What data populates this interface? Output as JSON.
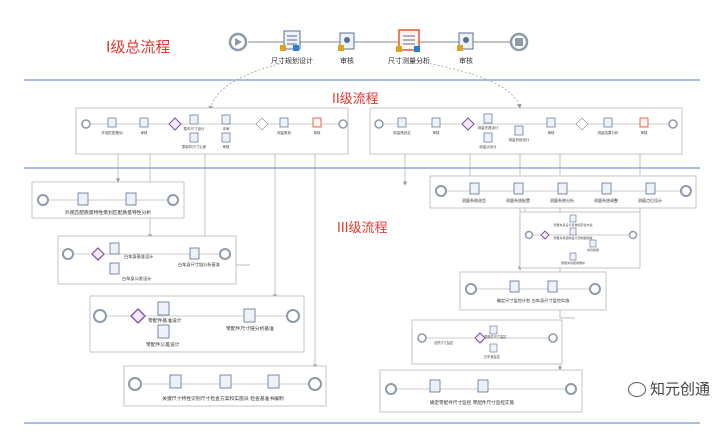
{
  "levels": {
    "l1": "I级总流程",
    "l2": "II级流程",
    "l3": "III级流程"
  },
  "top_flow": {
    "tasks": [
      "尺寸规划设计",
      "审核",
      "尺寸测量分析",
      "审核"
    ]
  },
  "level2": {
    "left": {
      "tasks": [
        "外观匹配策划",
        "审核",
        "整车尺寸设计",
        "评审",
        "零部件尺寸公差",
        "审核",
        "测量策划",
        "审核"
      ]
    },
    "right": {
      "tasks": [
        "测量策划定",
        "审核",
        "测量夹具设计",
        "测量点设计",
        "测量系统设计",
        "审核",
        "测量结果分析",
        "审核"
      ]
    }
  },
  "level3": {
    "box1": {
      "caption": "外观匹配质量特性策划匹配质量特性分析"
    },
    "box2": {
      "tasks": [
        "白车身基准设计",
        "白车身公差设计"
      ],
      "side": "白车身尺寸链分析基准"
    },
    "box3": {
      "tasks": [
        "零配件基准设计",
        "零配件公差设计"
      ],
      "side": "零配件尺寸链分析基准"
    },
    "box4": {
      "caption": "关键尺寸特性识别尺寸检查方案和实施派  检查基准书编制"
    },
    "box5": {
      "tasks": [
        "测量系统选型",
        "测量系统配置",
        "测量系统分析",
        "测量系统调整",
        "测量点位设计"
      ]
    },
    "box6": {
      "rows": [
        "测量夹具设计基准和定位方案",
        "测量夹具结构设计及制造验收",
        "夹具验收",
        "测量夹具使用维护"
      ]
    },
    "box7": {
      "caption": "确定尺寸监控计划  白车身尺寸监控实施"
    },
    "box8": {
      "tasks": [
        "总拼尺寸监控",
        "零部件尺寸监控",
        "白车身监控"
      ]
    },
    "box9": {
      "caption": "确定零配件尺寸监控  零配件尺寸监控实施"
    }
  },
  "watermark": "知元创通",
  "colors": {
    "level_text": "#e03a2f",
    "divider": "#4f7fc0",
    "frame": "#b8b8b8",
    "start": "#8f9aa8",
    "highlight": "#e05a3a",
    "gateway": "#7a4fa0"
  }
}
